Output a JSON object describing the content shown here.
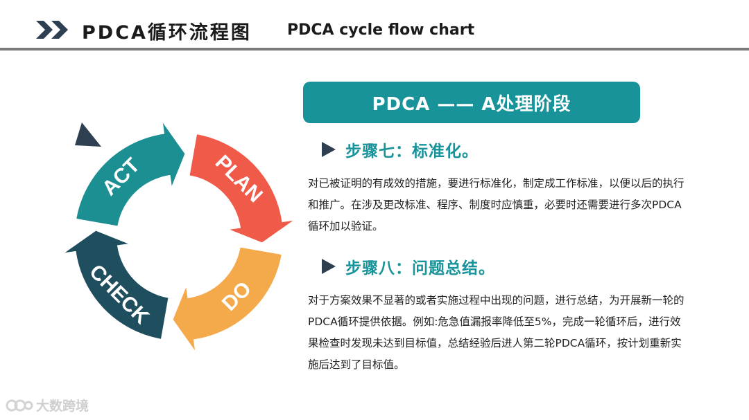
{
  "header": {
    "title_cn": "PDCA循环流程图",
    "title_en": "PDCA cycle flow chart"
  },
  "diagram": {
    "type": "pdca-cycle",
    "segments": [
      {
        "label": "PLAN",
        "color": "#f05b49"
      },
      {
        "label": "DO",
        "color": "#f4a94a"
      },
      {
        "label": "CHECK",
        "color": "#1f4e5f"
      },
      {
        "label": "ACT",
        "color": "#1b8f91"
      }
    ],
    "accent": "#2f3f52"
  },
  "stage": {
    "title": "PDCA —— A处理阶段",
    "color": "#18939a"
  },
  "steps": [
    {
      "title": "步骤七：标准化。",
      "text": "对已被证明的有成效的措施，要进行标准化，制定成工作标准，以便以后的执行和推广。在涉及更改标准、程序、制度时应慎重，必要时还需要进行多次PDCA循环加以验证。"
    },
    {
      "title": "步骤八：问题总结。",
      "text": "对于方案效果不显著的或者实施过程中出现的问题，进行总结，为开展新一轮的PDCA循环提供依据。例如:危急值漏报率降低至5%，完成一轮循环后，进行效果检查时发现未达到目标值，总结经验后进人第二轮PDCA循环，按计划重新实施后达到了目标值。"
    }
  ],
  "watermark": {
    "text": "大数跨境"
  }
}
